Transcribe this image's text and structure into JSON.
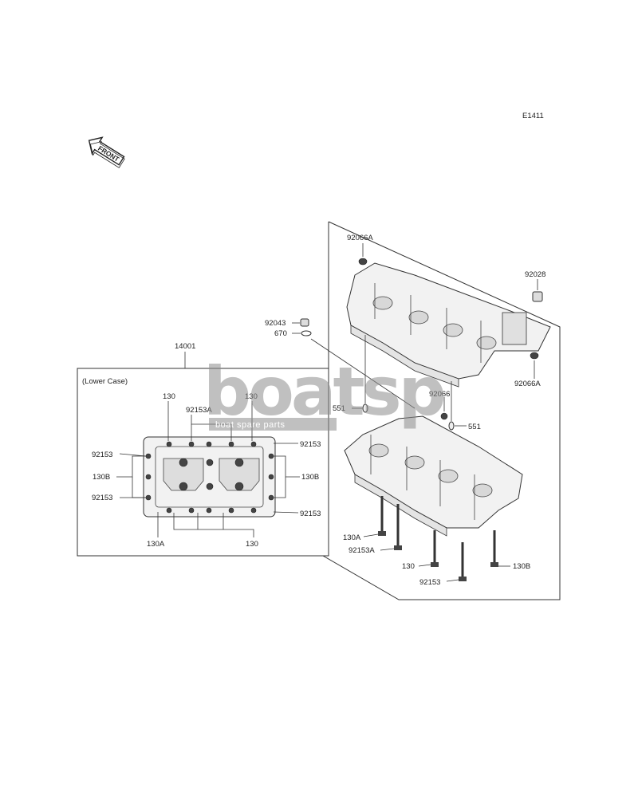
{
  "diagram": {
    "code": "E1411",
    "front_label": "FRONT",
    "assembly_label": "14001",
    "inset_title": "(Lower Case)",
    "watermark": {
      "brand": "boatsp",
      "tagline": "boat spare parts"
    },
    "parts": {
      "p92066A_top": "92066A",
      "p92028": "92028",
      "p92043": "92043",
      "p670": "670",
      "p92066A_right": "92066A",
      "p92066": "92066",
      "p551_left": "551",
      "p551_right": "551",
      "p130A": "130A",
      "p92153A": "92153A",
      "p130": "130",
      "p130B": "130B",
      "p92153": "92153"
    },
    "inset_parts": {
      "i130_tl": "130",
      "i130_tr": "130",
      "i92153A": "92153A",
      "i92153_tr": "92153",
      "i92153_l1": "92153",
      "i130B_l": "130B",
      "i130B_r": "130B",
      "i92153_l2": "92153",
      "i92153_br": "92153",
      "i130A": "130A",
      "i130_b": "130"
    }
  }
}
